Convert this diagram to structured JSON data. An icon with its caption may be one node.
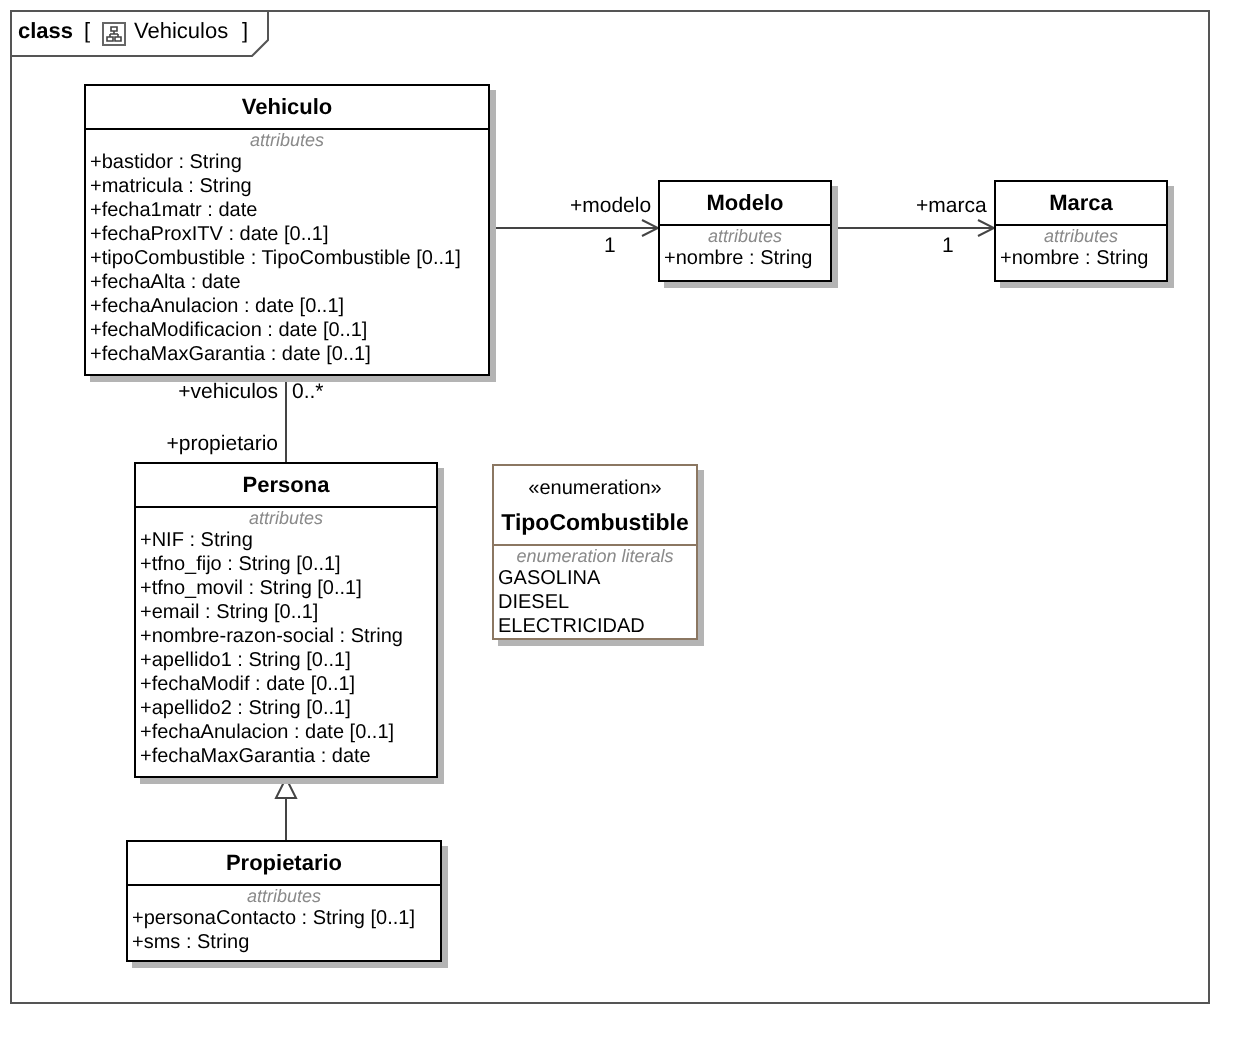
{
  "diagram": {
    "nodes": [
      {
        "text": [
          "class",
          "[",
          "Vehiculos",
          "]"
        ]
      },
      {
        "text": [
          "Vehiculo",
          "attributes",
          "+bastidor : String",
          "+matricula : String",
          "+fecha1matr : date",
          "+fechaProxITV : date [0..1]",
          "+tipoCombustible : TipoCombustible [0..1]",
          "+fechaAlta : date",
          "+fechaAnulacion : date [0..1]",
          "+fechaModificacion : date [0..1]",
          "+fechaMaxGarantia : date [0..1]"
        ],
        "in": 0
      },
      {
        "text": [
          "Modelo",
          "attributes",
          "+nombre : String"
        ],
        "in": 0
      },
      {
        "text": [
          "Marca",
          "attributes",
          "+nombre : String"
        ],
        "in": 0
      },
      {
        "text": [
          "Persona",
          "attributes",
          "+NIF : String",
          "+tfno_fijo : String [0..1]",
          "+tfno_movil : String [0..1]",
          "+email : String [0..1]",
          "+nombre-razon-social : String",
          "+apellido1 : String [0..1]",
          "+fechaModif : date [0..1]",
          "+apellido2 : String [0..1]",
          "+fechaAnulacion : date [0..1]",
          "+fechaMaxGarantia : date"
        ],
        "in": 0
      },
      {
        "text": [
          "«enumeration»",
          "TipoCombustible",
          "enumeration literals",
          "GASOLINA",
          "DIESEL",
          "ELECTRICIDAD"
        ],
        "in": 0
      },
      {
        "text": [
          "Propietario",
          "attributes",
          "+personaContacto : String [0..1]",
          "+sms : String"
        ],
        "in": 0
      }
    ],
    "edges": [
      {
        "from": 1,
        "to": 2,
        "arrow": "to"
      },
      {
        "from": 2,
        "to": 3,
        "arrow": "to"
      },
      {
        "from": 1,
        "to": 4,
        "arrow": "none"
      },
      {
        "from": 6,
        "to": 4,
        "arrow": "to"
      }
    ],
    "labels": [
      "+modelo",
      "1",
      "+marca",
      "1",
      "+vehiculos",
      "0..*",
      "+propietario"
    ]
  }
}
